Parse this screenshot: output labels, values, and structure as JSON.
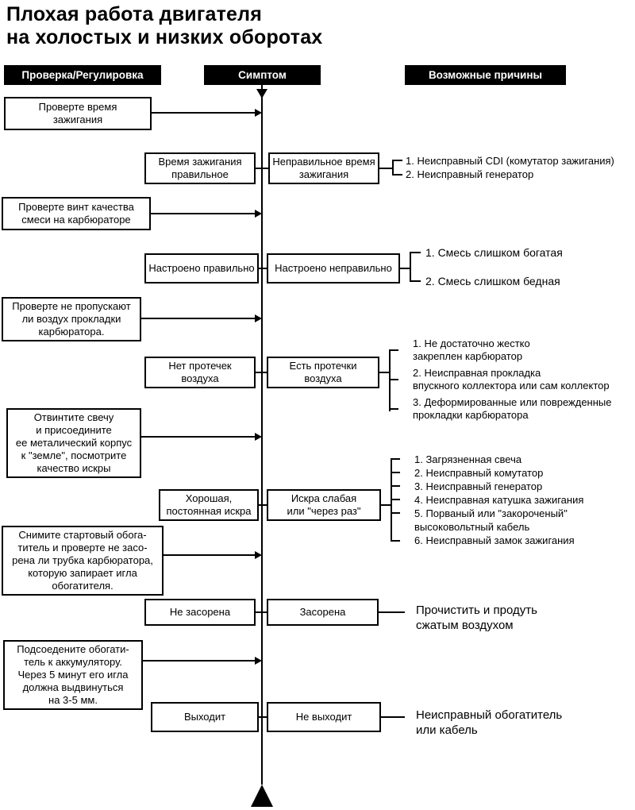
{
  "title": "Плохая работа двигателя\nна холостых и низких оборотах",
  "columns": {
    "check": "Проверка/Регулировка",
    "symptom": "Симптом",
    "causes": "Возможные причины"
  },
  "stages": [
    {
      "check": "Проверте время\nзажигания",
      "ok": "Время зажигания\nправильное",
      "fail": "Неправильное время\nзажигания",
      "causes": [
        "1. Неисправный CDI (комутатор зажигания)",
        "2. Неисправный генератор"
      ]
    },
    {
      "check": "Проверте винт качества\nсмеси на карбюраторе",
      "ok": "Настроено правильно",
      "fail": "Настроено неправильно",
      "causes": [
        "1. Смесь слишком богатая",
        "2. Смесь слишком бедная"
      ]
    },
    {
      "check": "Проверте не пропускают\nли воздух прокладки\nкарбюратора.",
      "ok": "Нет протечек\nвоздуха",
      "fail": "Есть протечки\nвоздуха",
      "causes": [
        "1. Не достаточно жестко\nзакреплен карбюратор",
        "2. Неисправная прокладка\nвпускного коллектора или сам коллектор",
        "3. Деформированные или поврежденные\nпрокладки карбюратора"
      ]
    },
    {
      "check": "Отвинтите свечу\nи присоедините\nее металический корпус\nк \"земле\", посмотрите\nкачество искры",
      "ok": "Хорошая,\nпостоянная искра",
      "fail": "Искра слабая\nили \"через раз\"",
      "causes": [
        "1. Загрязненная свеча",
        "2. Неисправный комутатор",
        "3. Неисправный генератор",
        "4. Неисправная катушка зажигания",
        "5. Порваный или \"закороченый\"\nвысоковольтный кабель",
        "6. Неисправный замок зажигания"
      ]
    },
    {
      "check": "Снимите стартовый обога-\nтитель и проверте не засо-\nрена ли трубка карбюратора,\nкоторую запирает игла\nобогатителя.",
      "ok": "Не засорена",
      "fail": "Засорена",
      "causes": [
        "Прочистить и продуть\nсжатым воздухом"
      ]
    },
    {
      "check": "Подсоедените обогати-\nтель к аккумулятору.\nЧерез 5 минут его игла\nдолжна выдвинуться\nна 3-5 мм.",
      "ok": "Выходит",
      "fail": "Не выходит",
      "causes": [
        "Неисправный обогатитель\nили кабель"
      ]
    }
  ]
}
